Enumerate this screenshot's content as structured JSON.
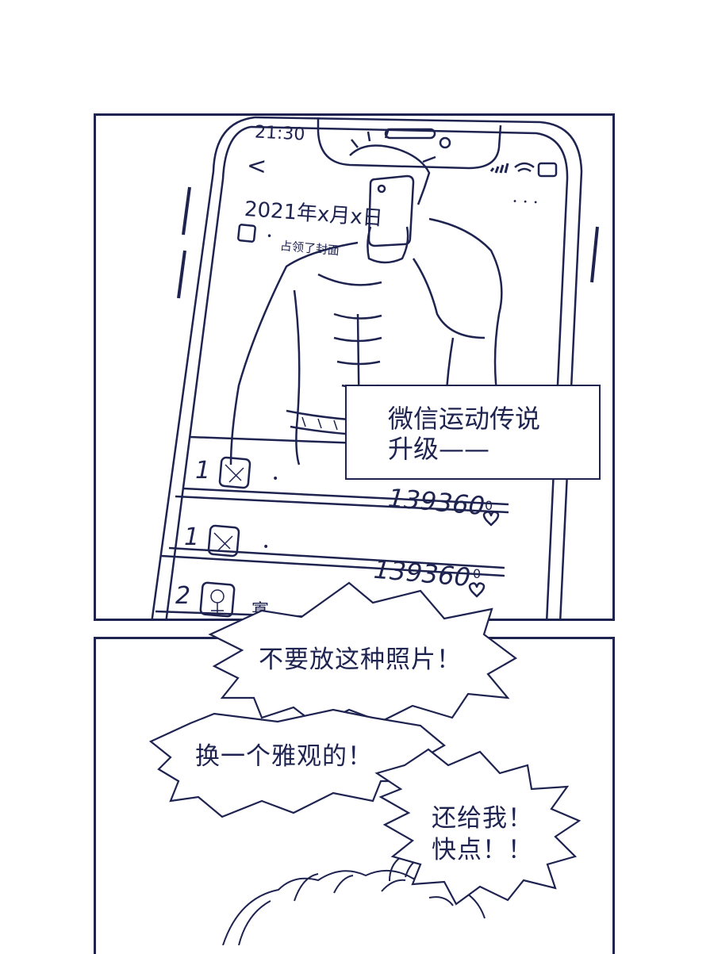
{
  "phone": {
    "time": "21:30",
    "date_title": "2021年x月x日",
    "cover_text": "占领了封面",
    "dot": "•",
    "ranks": [
      {
        "rank": "1",
        "steps": "139360",
        "likes": "0"
      },
      {
        "rank": "1",
        "steps": "139360",
        "likes": "0"
      },
      {
        "rank": "2",
        "name_partial": "寡"
      }
    ],
    "back_glyph": "<",
    "menu_glyph": "• • •"
  },
  "caption": {
    "line1": "微信运动传说",
    "line2": "升级——"
  },
  "bubbles": {
    "b1": "不要放这种照片！",
    "b2": "换一个雅观的！",
    "b3_line1": "还给我！",
    "b3_line2": "快点！！"
  },
  "colors": {
    "ink": "#1e2350",
    "paper": "#ffffff"
  }
}
